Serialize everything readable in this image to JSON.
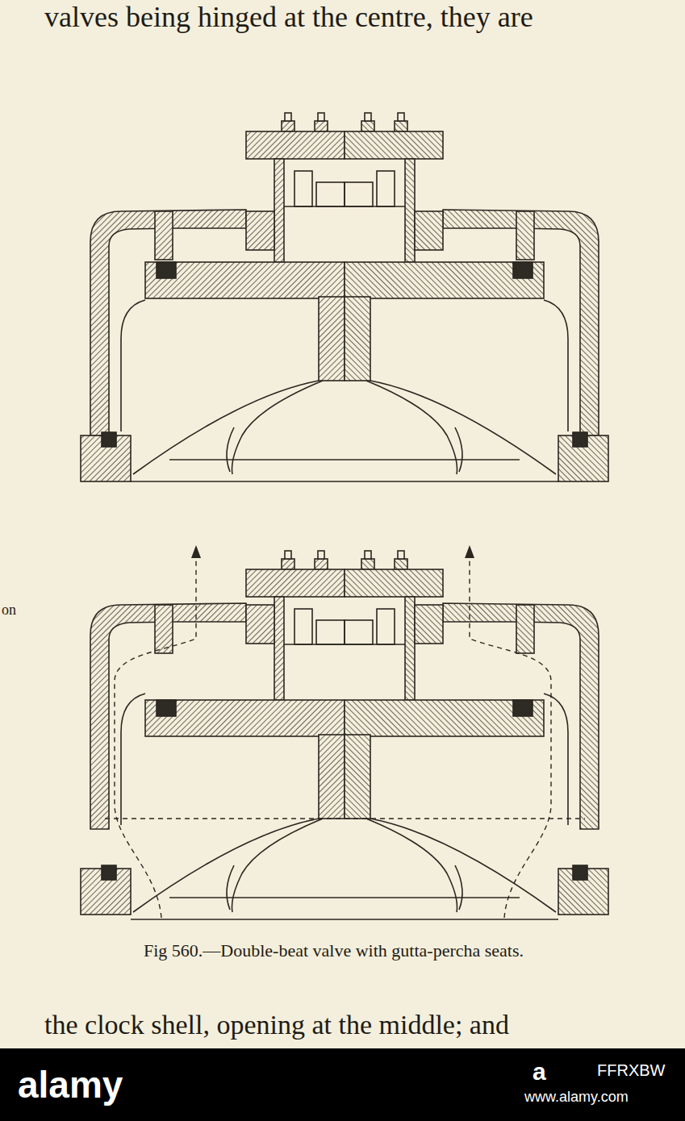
{
  "diagram": {
    "caption": "Fig 560.—Double-beat valve with gutta-percha seats.",
    "labels": [
      "valves being hinged at the centre, they are",
      "on",
      "the clock shell, opening at the middle; and",
      "alamy",
      "a",
      "www.alamy.com",
      "FFRXBW"
    ]
  }
}
